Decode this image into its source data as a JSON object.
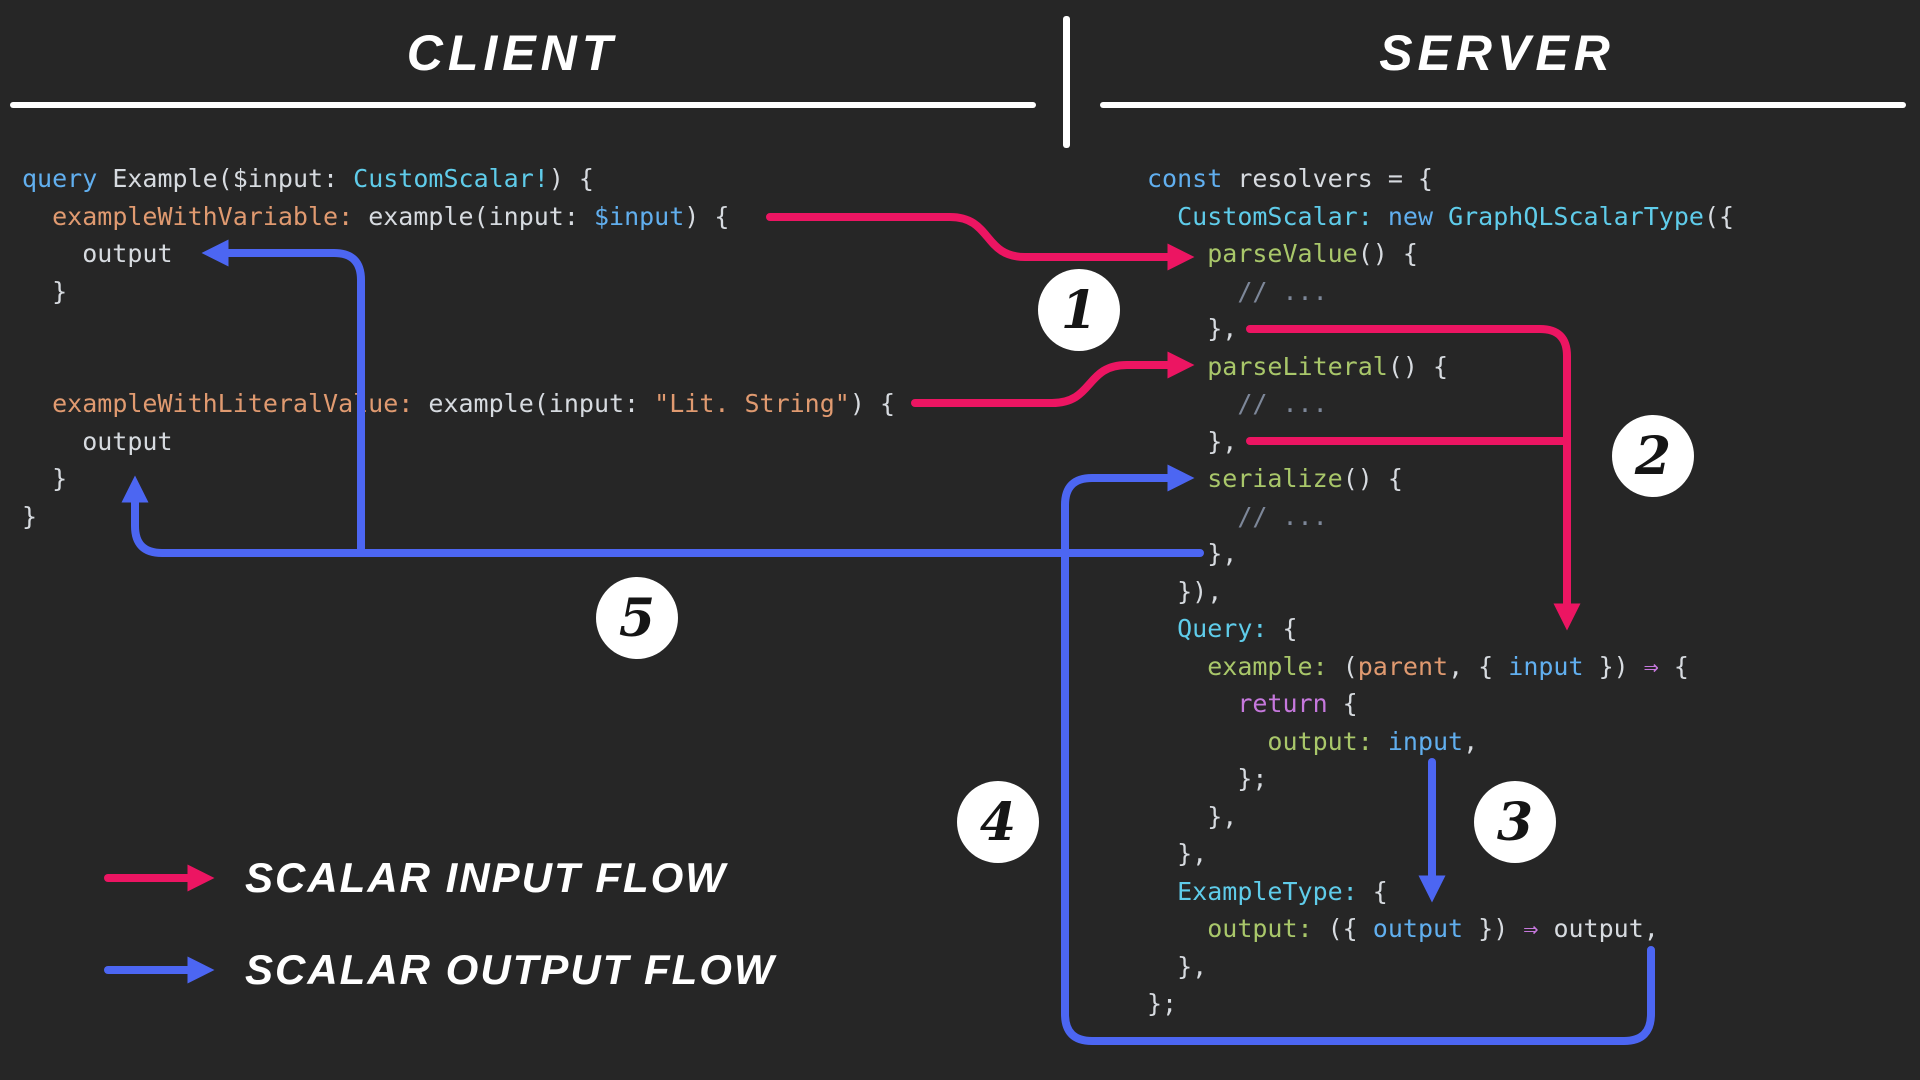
{
  "header": {
    "client": "CLIENT",
    "server": "SERVER"
  },
  "badges": [
    "1",
    "2",
    "3",
    "4",
    "5"
  ],
  "legend": {
    "items": [
      {
        "label": "SCALAR INPUT FLOW",
        "color_key": "input_flow"
      },
      {
        "label": "SCALAR OUTPUT FLOW",
        "color_key": "output_flow"
      }
    ]
  },
  "colors": {
    "background": "#262626",
    "foreground": "#d7dbe0",
    "divider": "#ffffff",
    "input_flow": "#ec1562",
    "output_flow": "#4c66f2",
    "keyword": "#61afef",
    "type": "#5fccea",
    "function": "#a9c76a",
    "comment": "#7d8799",
    "string": "#e09a70",
    "operator": "#c678dd",
    "badge_bg": "#ffffff",
    "badge_text": "#151515"
  },
  "client_code": {
    "lines": [
      [
        {
          "c": "kw",
          "t": "query"
        },
        {
          "c": "fg",
          "t": " Example("
        },
        {
          "c": "fg",
          "t": "$input: "
        },
        {
          "c": "type",
          "t": "CustomScalar!"
        },
        {
          "c": "fg",
          "t": ") {"
        }
      ],
      [
        {
          "c": "fg",
          "t": "  "
        },
        {
          "c": "alias",
          "t": "exampleWithVariable:"
        },
        {
          "c": "fg",
          "t": " example(input: "
        },
        {
          "c": "var",
          "t": "$input"
        },
        {
          "c": "fg",
          "t": ") {"
        }
      ],
      [
        {
          "c": "fg",
          "t": "    output"
        }
      ],
      [
        {
          "c": "fg",
          "t": "  }"
        }
      ],
      [],
      [],
      [
        {
          "c": "fg",
          "t": "  "
        },
        {
          "c": "alias",
          "t": "exampleWithLiteralValue:"
        },
        {
          "c": "fg",
          "t": " example(input: "
        },
        {
          "c": "str",
          "t": "\"Lit. String\""
        },
        {
          "c": "fg",
          "t": ") {"
        }
      ],
      [
        {
          "c": "fg",
          "t": "    output"
        }
      ],
      [
        {
          "c": "fg",
          "t": "  }"
        }
      ],
      [
        {
          "c": "fg",
          "t": "}"
        }
      ]
    ]
  },
  "server_code": {
    "lines": [
      [
        {
          "c": "kw",
          "t": "const"
        },
        {
          "c": "fg",
          "t": " resolvers = {"
        }
      ],
      [
        {
          "c": "fg",
          "t": "  "
        },
        {
          "c": "type",
          "t": "CustomScalar:"
        },
        {
          "c": "fg",
          "t": " "
        },
        {
          "c": "kw",
          "t": "new"
        },
        {
          "c": "fg",
          "t": " "
        },
        {
          "c": "type",
          "t": "GraphQLScalarType"
        },
        {
          "c": "fg",
          "t": "({"
        }
      ],
      [
        {
          "c": "fg",
          "t": "    "
        },
        {
          "c": "fn",
          "t": "parseValue"
        },
        {
          "c": "fg",
          "t": "() {"
        }
      ],
      [
        {
          "c": "fg",
          "t": "      "
        },
        {
          "c": "cm",
          "t": "// ..."
        }
      ],
      [
        {
          "c": "fg",
          "t": "    },"
        }
      ],
      [
        {
          "c": "fg",
          "t": "    "
        },
        {
          "c": "fn",
          "t": "parseLiteral"
        },
        {
          "c": "fg",
          "t": "() {"
        }
      ],
      [
        {
          "c": "fg",
          "t": "      "
        },
        {
          "c": "cm",
          "t": "// ..."
        }
      ],
      [
        {
          "c": "fg",
          "t": "    },"
        }
      ],
      [
        {
          "c": "fg",
          "t": "    "
        },
        {
          "c": "fn",
          "t": "serialize"
        },
        {
          "c": "fg",
          "t": "() {"
        }
      ],
      [
        {
          "c": "fg",
          "t": "      "
        },
        {
          "c": "cm",
          "t": "// ..."
        }
      ],
      [
        {
          "c": "fg",
          "t": "    },"
        }
      ],
      [
        {
          "c": "fg",
          "t": "  }),"
        }
      ],
      [
        {
          "c": "fg",
          "t": "  "
        },
        {
          "c": "type",
          "t": "Query:"
        },
        {
          "c": "fg",
          "t": " {"
        }
      ],
      [
        {
          "c": "fg",
          "t": "    "
        },
        {
          "c": "fn",
          "t": "example:"
        },
        {
          "c": "fg",
          "t": " ("
        },
        {
          "c": "str",
          "t": "parent"
        },
        {
          "c": "fg",
          "t": ", { "
        },
        {
          "c": "var",
          "t": "input"
        },
        {
          "c": "fg",
          "t": " }) "
        },
        {
          "c": "op",
          "t": "⇒"
        },
        {
          "c": "fg",
          "t": " {"
        }
      ],
      [
        {
          "c": "fg",
          "t": "      "
        },
        {
          "c": "op",
          "t": "return"
        },
        {
          "c": "fg",
          "t": " {"
        }
      ],
      [
        {
          "c": "fg",
          "t": "        "
        },
        {
          "c": "fn",
          "t": "output:"
        },
        {
          "c": "fg",
          "t": " "
        },
        {
          "c": "var",
          "t": "input"
        },
        {
          "c": "fg",
          "t": ","
        }
      ],
      [
        {
          "c": "fg",
          "t": "      };"
        }
      ],
      [
        {
          "c": "fg",
          "t": "    },"
        }
      ],
      [
        {
          "c": "fg",
          "t": "  },"
        }
      ],
      [
        {
          "c": "fg",
          "t": "  "
        },
        {
          "c": "type",
          "t": "ExampleType:"
        },
        {
          "c": "fg",
          "t": " {"
        }
      ],
      [
        {
          "c": "fg",
          "t": "    "
        },
        {
          "c": "fn",
          "t": "output:"
        },
        {
          "c": "fg",
          "t": " ({ "
        },
        {
          "c": "var",
          "t": "output"
        },
        {
          "c": "fg",
          "t": " }) "
        },
        {
          "c": "op",
          "t": "⇒"
        },
        {
          "c": "fg",
          "t": " output,"
        }
      ],
      [
        {
          "c": "fg",
          "t": "  },"
        }
      ],
      [
        {
          "c": "fg",
          "t": "};"
        }
      ]
    ]
  }
}
